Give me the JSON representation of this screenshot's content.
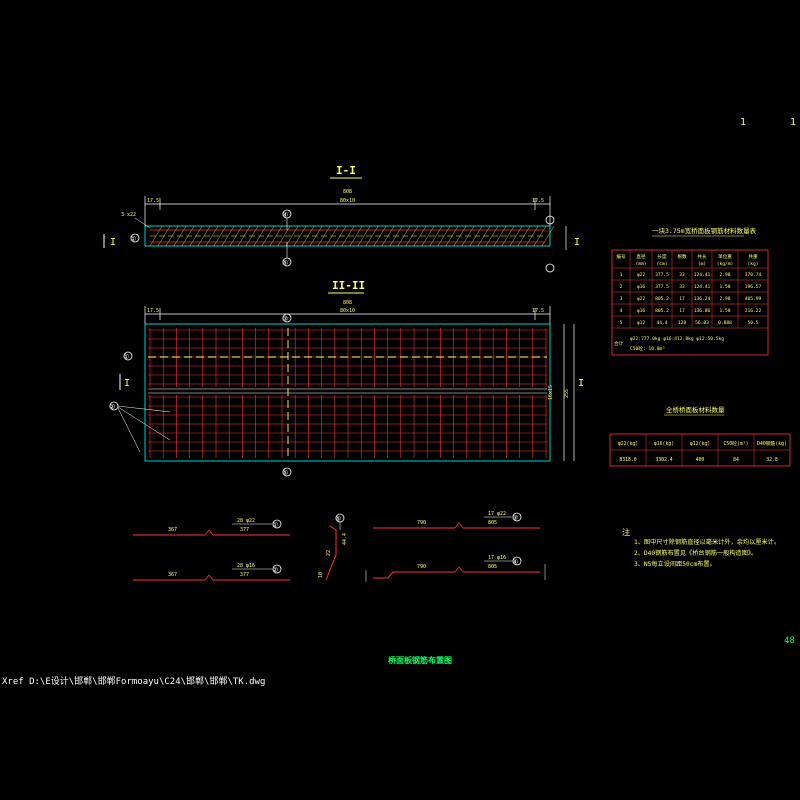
{
  "corner_labels": [
    "1",
    "1"
  ],
  "section_1": {
    "title": "I-I",
    "dim_total": "808",
    "dim_span": "80x10",
    "dim_left": "17.5",
    "dim_right": "17.5",
    "side_mark": "I",
    "callouts": [
      "①",
      "④",
      "⑤"
    ],
    "leader_note": "3 x22"
  },
  "section_2": {
    "title": "II-II",
    "dim_total": "808",
    "dim_span": "80x10",
    "dim_left": "17.5",
    "dim_right": "17.5",
    "side_mark": "I",
    "right_dims": [
      "16x15",
      "255"
    ],
    "callouts": [
      "①",
      "③",
      "②",
      "⑤"
    ]
  },
  "table1": {
    "title": "一块3.75m宽桥面板钢筋材料数量表",
    "headers": [
      "编号",
      "直径\n(mm)",
      "长度\n(cm)",
      "根数",
      "共长\n(m)",
      "单位重\n(kg/m)",
      "共重\n(kg)"
    ],
    "rows": [
      [
        "1",
        "φ22",
        "377.5",
        "33",
        "124.41",
        "2.98",
        "370.74"
      ],
      [
        "2",
        "φ16",
        "377.5",
        "33",
        "124.41",
        "1.58",
        "196.57"
      ],
      [
        "3",
        "φ22",
        "805.2",
        "17",
        "136.24",
        "2.98",
        "405.99"
      ],
      [
        "4",
        "φ16",
        "805.2",
        "17",
        "136.86",
        "1.58",
        "216.22"
      ],
      [
        "5",
        "φ12",
        "44.4",
        "128",
        "56.83",
        "0.888",
        "50.5"
      ]
    ],
    "footer_label": "合计",
    "footer_line1": "φ22:777.0kg    φ16:412.8kg    φ12:50.5kg",
    "footer_line2": "C50砼: 10.8m³"
  },
  "table2": {
    "title": "全桥桥面板材料数量",
    "headers": [
      "φ22(kg)",
      "φ16(kg)",
      "φ12(kg)",
      "C50砼(m³)",
      "D40钢筋(kg)"
    ],
    "row": [
      "8318.0",
      "3302.4",
      "400",
      "84",
      "32.8"
    ]
  },
  "notes": {
    "title": "注",
    "items": [
      "1、图中尺寸除钢筋直径以毫米计外，余均以厘米计。",
      "2、D40钢筋布置见《桥台钢筋一般构造图》。",
      "3、N5每立设间距50cm布置。"
    ]
  },
  "bar_details": [
    {
      "main": "367",
      "sub": "377",
      "tag": "28 φ22",
      "num": "①"
    },
    {
      "main": "367",
      "sub": "377",
      "tag": "28 φ16",
      "num": "②"
    },
    {
      "main": "790",
      "sub": "805",
      "tag": "17 φ22",
      "num": "③"
    },
    {
      "main": "790",
      "sub": "805",
      "tag": "17 φ16",
      "num": "④"
    }
  ],
  "stirrup": {
    "num": "⑤",
    "dims": [
      "44.4",
      "22",
      "10"
    ]
  },
  "drawing_title": "桥面板钢筋布置图",
  "page_number": "48",
  "xref_line": "Xref  D:\\E设计\\邯郸\\邯郸Formoayu\\C24\\邯郸\\邯郸\\TK.dwg"
}
